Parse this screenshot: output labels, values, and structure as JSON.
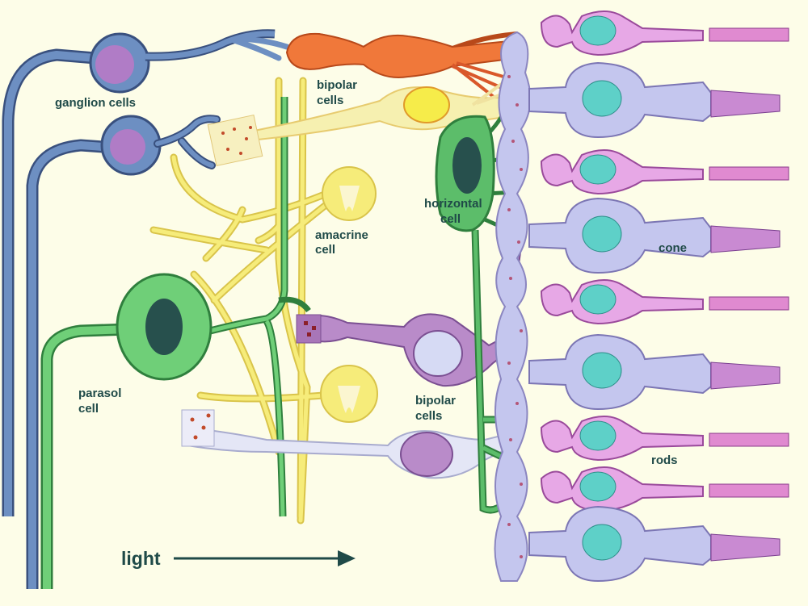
{
  "labels": {
    "ganglion": "ganglion cells",
    "bipolar_top_1": "bipolar",
    "bipolar_top_2": "cells",
    "amacrine_1": "amacrine",
    "amacrine_2": "cell",
    "horizontal_1": "horizontal",
    "horizontal_2": "cell",
    "cone": "cone",
    "parasol_1": "parasol",
    "parasol_2": "cell",
    "bipolar_bottom_1": "bipolar",
    "bipolar_bottom_2": "cells",
    "rods": "rods",
    "light": "light"
  },
  "colors": {
    "background": "#fdfde8",
    "ganglion": "#5b7fb0",
    "ganglion_nucleus": "#b07cc6",
    "bipolar_orange": "#f0783a",
    "bipolar_cream": "#f6f0b0",
    "bipolar_purple": "#b98bc9",
    "bipolar_lavender": "#c8cce8",
    "amacrine": "#f6ec7a",
    "horizontal": "#5cbd6a",
    "parasol": "#6fcf78",
    "nucleus_dark": "#27504d",
    "cone": "#c4c6ee",
    "rod": "#e7a8e6",
    "photoreceptor_nucleus": "#5ed0c8",
    "label_text": "#1f4a48"
  }
}
